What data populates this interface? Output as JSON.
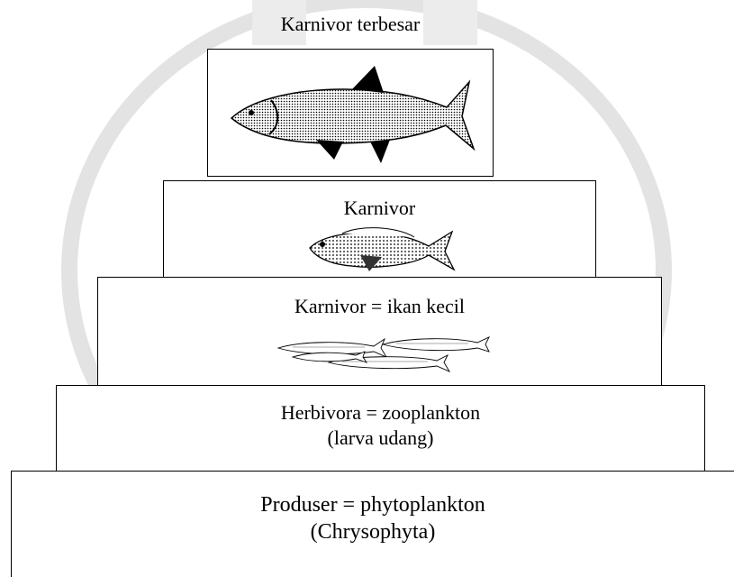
{
  "pyramid": {
    "top": {
      "title": "Karnivor terbesar",
      "icon": "large-fish-icon"
    },
    "level2": {
      "label": "Karnivor",
      "icon": "medium-fish-icon"
    },
    "level3": {
      "label": "Karnivor = ikan kecil",
      "icon": "small-fish-school-icon"
    },
    "level4": {
      "line1": "Herbivora = zooplankton",
      "line2": "(larva udang)"
    },
    "level5": {
      "line1": "Produser = phytoplankton",
      "line2": "(Chrysophyta)"
    }
  },
  "colors": {
    "border": "#000000",
    "background": "#ffffff",
    "watermark": "#dcdcdc"
  }
}
